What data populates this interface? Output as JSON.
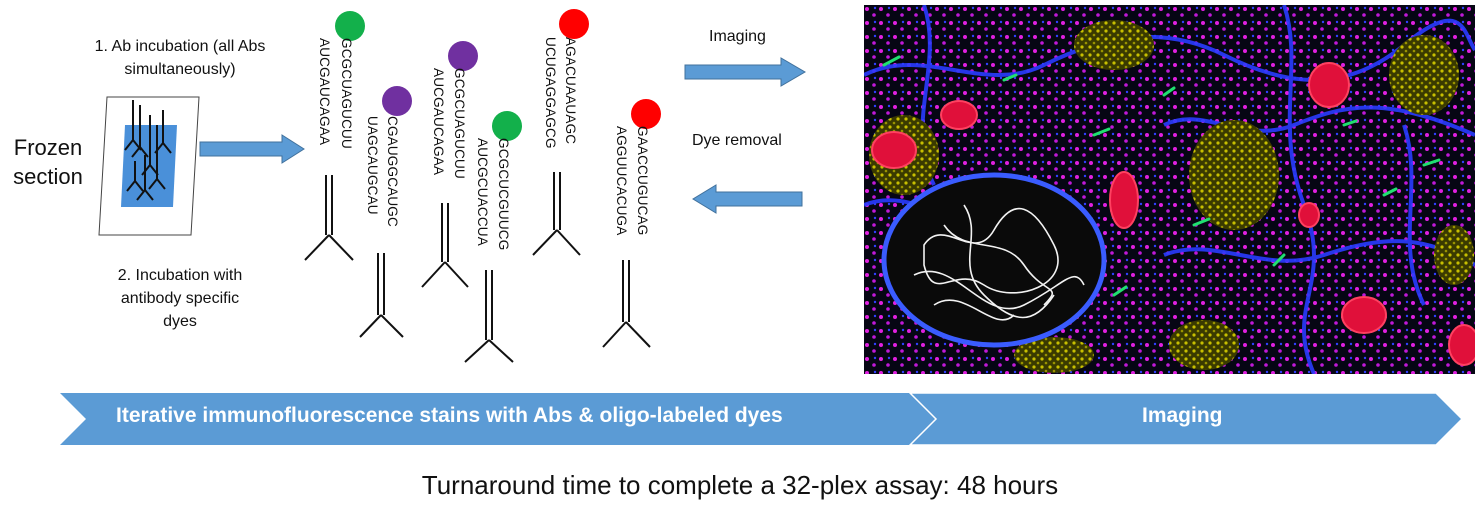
{
  "left": {
    "frozen_label_line1": "Frozen",
    "frozen_label_line2": "section",
    "step1_line1": "1. Ab incubation (all Abs",
    "step1_line2": "simultaneously)",
    "step2_line1": "2. Incubation with",
    "step2_line2": "antibody specific",
    "step2_line3": "dyes"
  },
  "antibodies": [
    {
      "strand1": "GCGCUAGUCUU",
      "strand2": "AUCGAUCAGAA",
      "dye_color": "#13b04b"
    },
    {
      "strand1": "CGAUGGCAUGC",
      "strand2": "UAGCAUGCAU",
      "dye_color": "#7030a0"
    },
    {
      "strand1": "GCGCUAGUCUU",
      "strand2": "AUCGAUCAGAA",
      "dye_color": "#7030a0"
    },
    {
      "strand1": "GCGCUCGUUCG",
      "strand2": "AUCGCUACCUA",
      "dye_color": "#13b04b"
    },
    {
      "strand1": "AGACUAAUAGC",
      "strand2": "UCUGAGGAGCG",
      "dye_color": "#ff0000"
    },
    {
      "strand1": "GAACCUGUCAG",
      "strand2": "AGGUUCACUGA",
      "dye_color": "#ff0000"
    }
  ],
  "cycle": {
    "imaging_label": "Imaging",
    "dye_removal_label": "Dye removal"
  },
  "banner": {
    "stain_label": "Iterative immunofluorescence stains with Abs & oligo-labeled dyes",
    "imaging_label": "Imaging",
    "color": "#5b9bd5"
  },
  "footer": {
    "text": "Turnaround time to complete a 32-plex assay: 48 hours"
  },
  "colors": {
    "arrow_fill": "#5b9bd5",
    "arrow_stroke": "#41719c",
    "tissue": "#4a90d9"
  }
}
